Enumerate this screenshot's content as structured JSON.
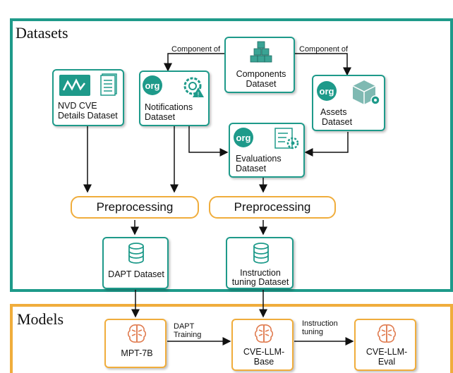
{
  "sections": {
    "datasets": "Datasets",
    "models": "Models"
  },
  "nodes": {
    "components": [
      "Components",
      "Dataset"
    ],
    "nvd": [
      "NVD CVE",
      "Details Dataset"
    ],
    "notifications": [
      "Notifications",
      "Dataset"
    ],
    "assets": [
      "Assets",
      "Dataset"
    ],
    "evaluations": [
      "Evaluations",
      "Dataset"
    ],
    "preprocessing_left": "Preprocessing",
    "preprocessing_right": "Preprocessing",
    "dapt_dataset": "DAPT Dataset",
    "instruction_dataset": [
      "Instruction",
      "tuning Dataset"
    ],
    "mpt": "MPT-7B",
    "base": [
      "CVE-LLM-",
      "Base"
    ],
    "eval": [
      "CVE-LLM-",
      "Eval"
    ]
  },
  "edges": {
    "component_of_left": "Component of",
    "component_of_right": "Component of",
    "dapt_training": [
      "DAPT",
      "Training"
    ],
    "instruction_tuning": [
      "Instruction",
      "tuning"
    ]
  },
  "icons": {
    "org_badge": "org",
    "components": "stacked-boxes-icon",
    "nvd": "nvd-logo-icon",
    "document": "document-icon",
    "notification": "gear-warning-icon",
    "assets": "package-gear-icon",
    "evaluation": "checklist-gear-icon",
    "database": "database-icon",
    "brain": "brain-icon"
  },
  "colors": {
    "teal": "#1e9a8a",
    "orange": "#f0ad3c",
    "brain": "#e07b4f"
  }
}
